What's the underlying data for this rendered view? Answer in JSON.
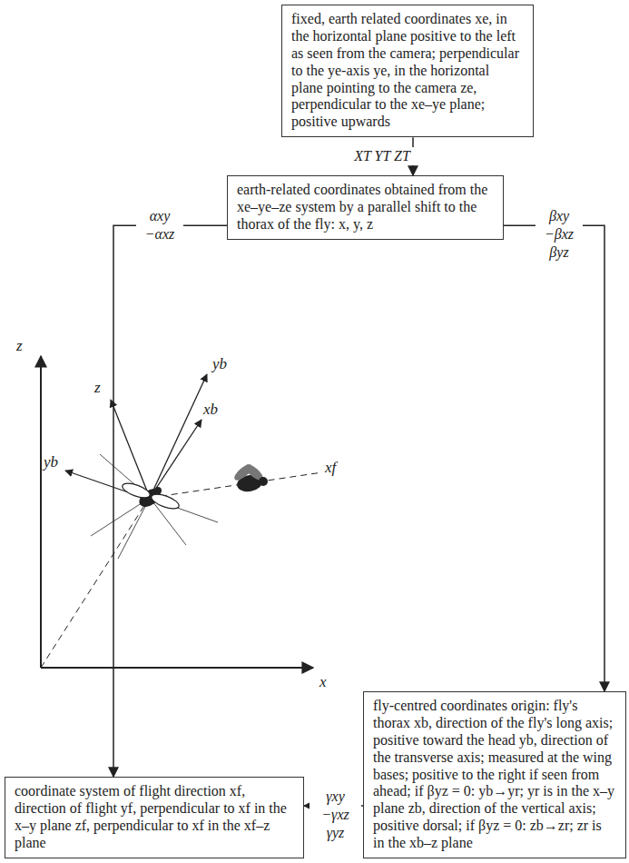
{
  "diagram": {
    "nodes": [
      {
        "text": [
          "fixed, earth related coordinates xe, in the horizontal plane positive to the left as seen from the camera; perpendicular to the ye-axis ye, in the horizontal plane pointing to the camera ze, perpendicular to the xe–ye plane; positive upwards"
        ]
      },
      {
        "text": [
          "earth-related coordinates obtained from the xe–ye–ze system by a parallel shift to the thorax of the fly: x, y, z"
        ]
      },
      {
        "text": [
          "fly-centred coordinates origin: fly's thorax xb, direction of the fly's long axis; positive toward the head yb, direction of the transverse axis; measured at the wing bases; positive to the right if seen from ahead; if βyz = 0: yb→yr; yr is in the x–y plane zb, direction of the vertical axis; positive dorsal; if βyz = 0: zb→zr; zr is in the xb–z plane"
        ]
      },
      {
        "text": [
          "coordinate system of flight direction xf, direction of flight yf, perpendicular to xf in the x–y plane zf, perpendicular to xf in the xf–z plane"
        ]
      }
    ],
    "edges": [
      {
        "from": 0,
        "to": 1,
        "arrow": "to",
        "label": "XT YT ZT"
      },
      {
        "from": 1,
        "to": 3,
        "arrow": "to",
        "label": "αxy −αxz"
      },
      {
        "from": 1,
        "to": 2,
        "arrow": "to",
        "label": "βxy −βxz βyz"
      },
      {
        "from": 2,
        "to": 3,
        "arrow": "to",
        "label": "γxy −γxz γyz"
      }
    ],
    "labels": [
      "z",
      "yb",
      "z",
      "xb",
      "yb",
      "xf",
      "x"
    ]
  }
}
